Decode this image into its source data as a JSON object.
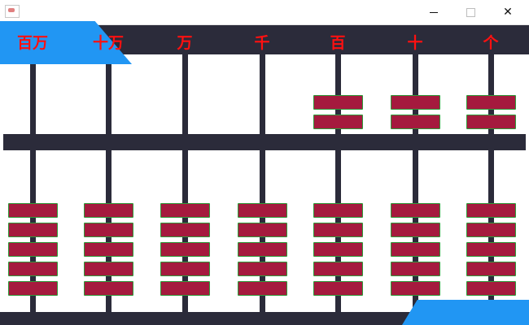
{
  "window": {
    "title": "",
    "buttons": [
      "minimize",
      "maximize",
      "close"
    ],
    "icons": {
      "minimize": "minimize-icon",
      "maximize": "maximize-icon",
      "close": "close-icon"
    },
    "close_glyph": "✕"
  },
  "colors": {
    "frame": "#2b2b3a",
    "accent": "#2196f3",
    "bead": "#a51a3e",
    "bead_border": "#2e9c3a",
    "label": "#ff1010"
  },
  "abacus": {
    "columns": [
      {
        "label": "百万",
        "upper_beads_near_beam": 0,
        "lower_beads_near_beam": 0
      },
      {
        "label": "十万",
        "upper_beads_near_beam": 0,
        "lower_beads_near_beam": 0
      },
      {
        "label": "万",
        "upper_beads_near_beam": 0,
        "lower_beads_near_beam": 0
      },
      {
        "label": "千",
        "upper_beads_near_beam": 0,
        "lower_beads_near_beam": 0
      },
      {
        "label": "百",
        "upper_beads_near_beam": 2,
        "lower_beads_near_beam": 0
      },
      {
        "label": "十",
        "upper_beads_near_beam": 2,
        "lower_beads_near_beam": 0
      },
      {
        "label": "个",
        "upper_beads_near_beam": 2,
        "lower_beads_near_beam": 0
      }
    ]
  }
}
